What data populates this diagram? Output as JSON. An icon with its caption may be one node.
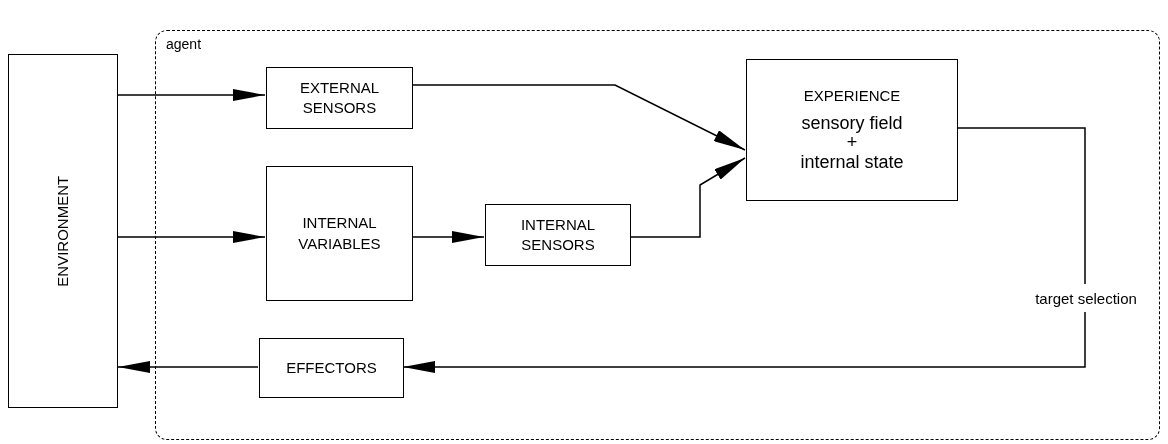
{
  "diagram": {
    "nodes": [
      {
        "text": [
          "ENVIRONMENT"
        ]
      },
      {
        "text": [
          "agent"
        ]
      },
      {
        "text": [
          "EXTERNAL SENSORS"
        ],
        "in": 1
      },
      {
        "text": [
          "EXPERIENCE",
          "sensory field",
          "+",
          "internal state"
        ],
        "in": 1
      },
      {
        "text": [
          "INTERNAL VARIABLES"
        ],
        "in": 1
      },
      {
        "text": [
          "INTERNAL SENSORS"
        ],
        "in": 1
      },
      {
        "text": [
          "target selection"
        ],
        "in": 1
      },
      {
        "text": [
          "EFFECTORS"
        ],
        "in": 1
      }
    ],
    "edges": [
      {
        "from": 0,
        "to": 2,
        "arrow": "to"
      },
      {
        "from": 0,
        "to": 4,
        "arrow": "to"
      },
      {
        "from": 4,
        "to": 5,
        "arrow": "to"
      },
      {
        "from": 2,
        "to": 3,
        "arrow": "to"
      },
      {
        "from": 5,
        "to": 3,
        "arrow": "to"
      },
      {
        "from": 3,
        "to": 6,
        "arrow": "none"
      },
      {
        "from": 6,
        "to": 7,
        "arrow": "to"
      },
      {
        "from": 7,
        "to": 0,
        "arrow": "to"
      }
    ]
  }
}
